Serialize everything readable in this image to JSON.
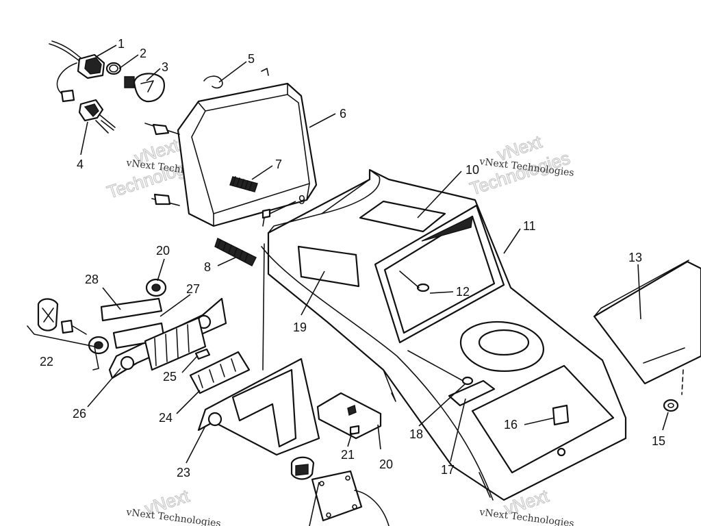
{
  "watermark": {
    "line1": "vNext Technologies",
    "line2": "vNext",
    "line3": "Technologies"
  },
  "callouts": [
    {
      "id": "1",
      "label": "1"
    },
    {
      "id": "2",
      "label": "2"
    },
    {
      "id": "3",
      "label": "3"
    },
    {
      "id": "4",
      "label": "4"
    },
    {
      "id": "5",
      "label": "5"
    },
    {
      "id": "6",
      "label": "6"
    },
    {
      "id": "7",
      "label": "7"
    },
    {
      "id": "8",
      "label": "8"
    },
    {
      "id": "9",
      "label": "9"
    },
    {
      "id": "10",
      "label": "10"
    },
    {
      "id": "11",
      "label": "11"
    },
    {
      "id": "12",
      "label": "12"
    },
    {
      "id": "13",
      "label": "13"
    },
    {
      "id": "15",
      "label": "15"
    },
    {
      "id": "16",
      "label": "16"
    },
    {
      "id": "17",
      "label": "17"
    },
    {
      "id": "18",
      "label": "18"
    },
    {
      "id": "19",
      "label": "19"
    },
    {
      "id": "20a",
      "label": "20"
    },
    {
      "id": "20b",
      "label": "20"
    },
    {
      "id": "21",
      "label": "21"
    },
    {
      "id": "22",
      "label": "22"
    },
    {
      "id": "23",
      "label": "23"
    },
    {
      "id": "24",
      "label": "24"
    },
    {
      "id": "25",
      "label": "25"
    },
    {
      "id": "26",
      "label": "26"
    },
    {
      "id": "27",
      "label": "27"
    },
    {
      "id": "28",
      "label": "28"
    }
  ]
}
